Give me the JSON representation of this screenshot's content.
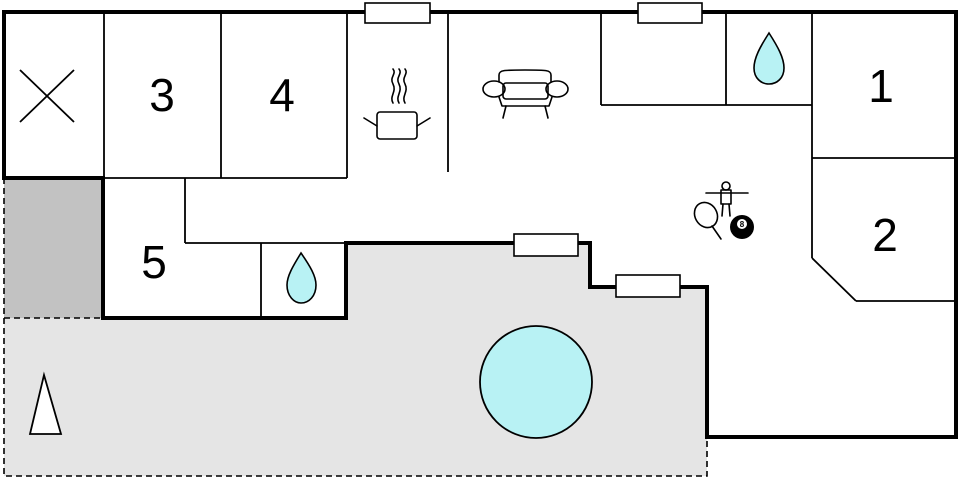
{
  "floorplan": {
    "rooms": [
      {
        "id": "3",
        "label": "3"
      },
      {
        "id": "4",
        "label": "4"
      },
      {
        "id": "1",
        "label": "1"
      },
      {
        "id": "2",
        "label": "2"
      },
      {
        "id": "5",
        "label": "5"
      }
    ],
    "icons": [
      "closed-area-cross-icon",
      "bathroom-water-drop-icon",
      "kitchen-pot-icon",
      "sofa-icon",
      "games-table-tennis-billiards-icon",
      "pool-icon",
      "north-arrow-icon"
    ],
    "colors": {
      "terrace": "#e5e5e5",
      "carport": "#c2c2c2",
      "water": "#b8f2f4",
      "wall": "#000000"
    }
  }
}
